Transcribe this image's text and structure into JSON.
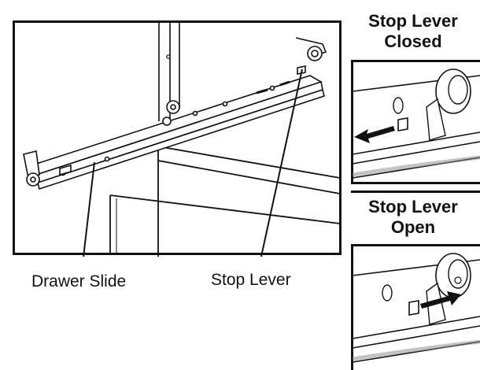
{
  "panels": {
    "closed": {
      "title_line1": "Stop Lever",
      "title_line2": "Closed"
    },
    "open": {
      "title_line1": "Stop Lever",
      "title_line2": "Open"
    }
  },
  "callouts": {
    "drawer_slide": "Drawer Slide",
    "stop_lever": "Stop Lever"
  },
  "colors": {
    "ink": "#111111",
    "paper": "#ffffff",
    "shade": "#d8d8d8"
  }
}
